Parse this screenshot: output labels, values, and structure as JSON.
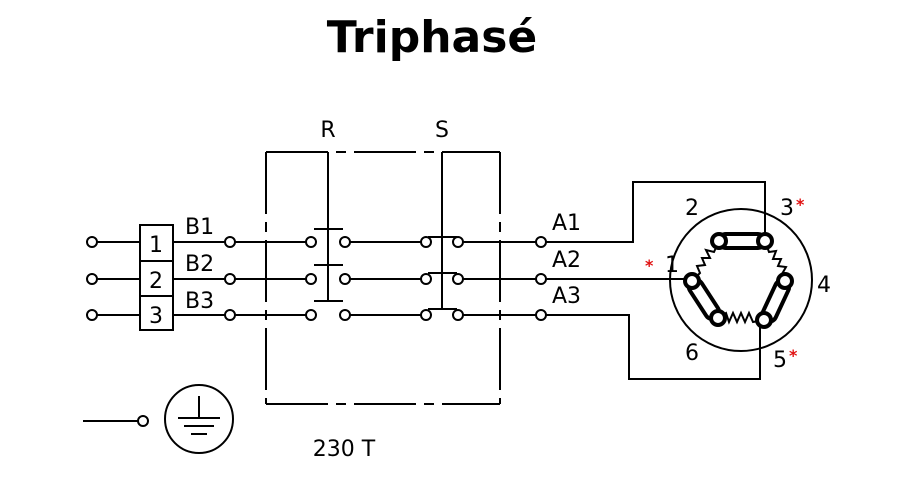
{
  "title": "Triphasé",
  "terminal_block": {
    "labels": [
      "1",
      "2",
      "3"
    ]
  },
  "input_labels": [
    "B1",
    "B2",
    "B3"
  ],
  "switch_labels": {
    "run": "R",
    "start": "S"
  },
  "output_labels": [
    "A1",
    "A2",
    "A3"
  ],
  "motor": {
    "terminal_numbers": [
      "1",
      "2",
      "3",
      "4",
      "5",
      "6"
    ],
    "marked_terminals": [
      "1",
      "3",
      "5"
    ],
    "marker_symbol": "*",
    "marker_color": "#e01010"
  },
  "ground_symbol": "earth-ground",
  "model_label": "230 T"
}
